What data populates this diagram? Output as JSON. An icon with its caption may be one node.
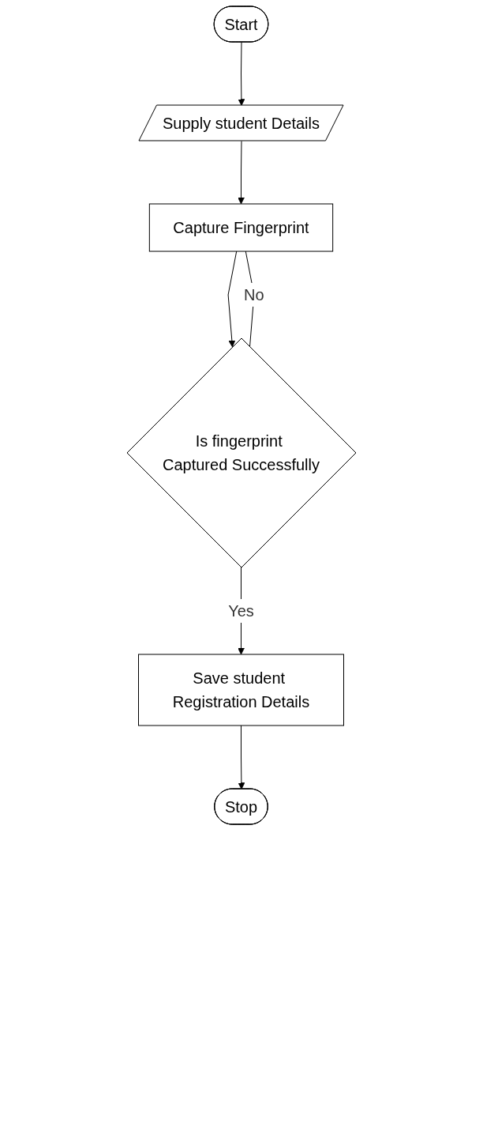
{
  "diagram": {
    "nodes": [
      {
        "text": [
          "Start"
        ]
      },
      {
        "text": [
          "Supply student Details"
        ]
      },
      {
        "text": [
          "Capture Fingerprint"
        ]
      },
      {
        "text": [
          "Is fingerprint Captured Successfully"
        ]
      },
      {
        "text": [
          "Save student Registration Details"
        ]
      },
      {
        "text": [
          "Stop"
        ]
      }
    ],
    "edges": [
      {
        "from": 0,
        "to": 1,
        "arrow": "to"
      },
      {
        "from": 1,
        "to": 2,
        "arrow": "to"
      },
      {
        "from": 2,
        "to": 3,
        "arrow": "to"
      },
      {
        "from": 3,
        "to": 4,
        "arrow": "to",
        "label": "Yes"
      },
      {
        "from": 3,
        "to": 2,
        "arrow": "none",
        "label": "No"
      },
      {
        "from": 4,
        "to": 5,
        "arrow": "to"
      }
    ]
  }
}
